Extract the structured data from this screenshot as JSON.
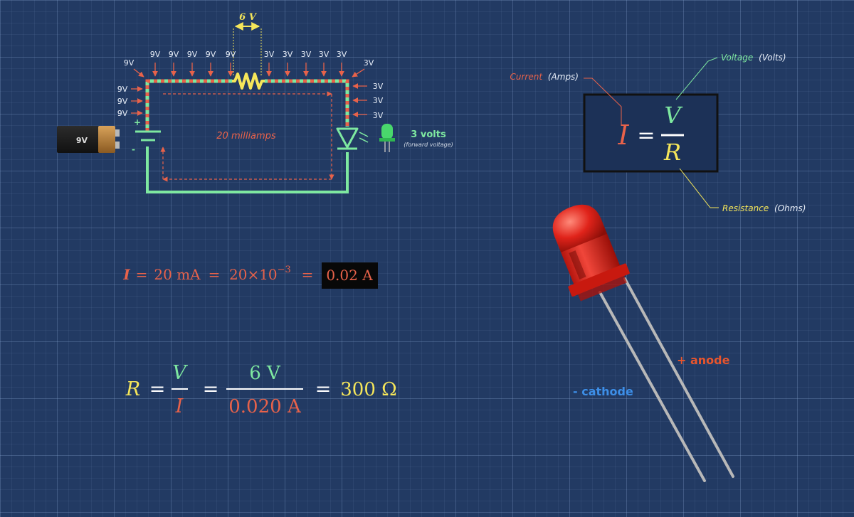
{
  "circuit": {
    "resistor_drop": "6 V",
    "battery_label": "9V",
    "battery_plus": "+",
    "battery_minus": "-",
    "current_label": "20 milliamps",
    "led_voltage": "3 volts",
    "led_voltage_note": "(forward voltage)",
    "top_labels_left": [
      "9V",
      "9V",
      "9V",
      "9V",
      "9V",
      "9V"
    ],
    "top_labels_right": [
      "3V",
      "3V",
      "3V",
      "3V",
      "3V",
      "3V"
    ],
    "side_labels_left": [
      "9V",
      "9V",
      "9V"
    ],
    "side_labels_right": [
      "3V",
      "3V",
      "3V"
    ]
  },
  "ohms_law": {
    "current_label": "Current",
    "current_unit": "(Amps)",
    "voltage_label": "Voltage",
    "voltage_unit": "(Volts)",
    "resistance_label": "Resistance",
    "resistance_unit": "(Ohms)",
    "I": "I",
    "equals": "=",
    "V": "V",
    "R": "R"
  },
  "current_equation": {
    "I": "I",
    "eq1": "=",
    "ma": "20 mA",
    "eq2": "=",
    "sci": "20×10",
    "exp": "−3",
    "eq3": "=",
    "result": "0.02 A"
  },
  "resistance_equation": {
    "R": "R",
    "eq1": "=",
    "V": "V",
    "I": "I",
    "eq2": "=",
    "num": "6 V",
    "den": "0.020 A",
    "eq3": "=",
    "result": "300 Ω"
  },
  "led": {
    "anode_label": "+ anode",
    "cathode_label": "- cathode"
  },
  "colors": {
    "wire": "#7ee8a0",
    "current": "#e8624a",
    "voltage": "#f5e65a",
    "resistance": "#f5e65a",
    "background": "#223a63"
  }
}
